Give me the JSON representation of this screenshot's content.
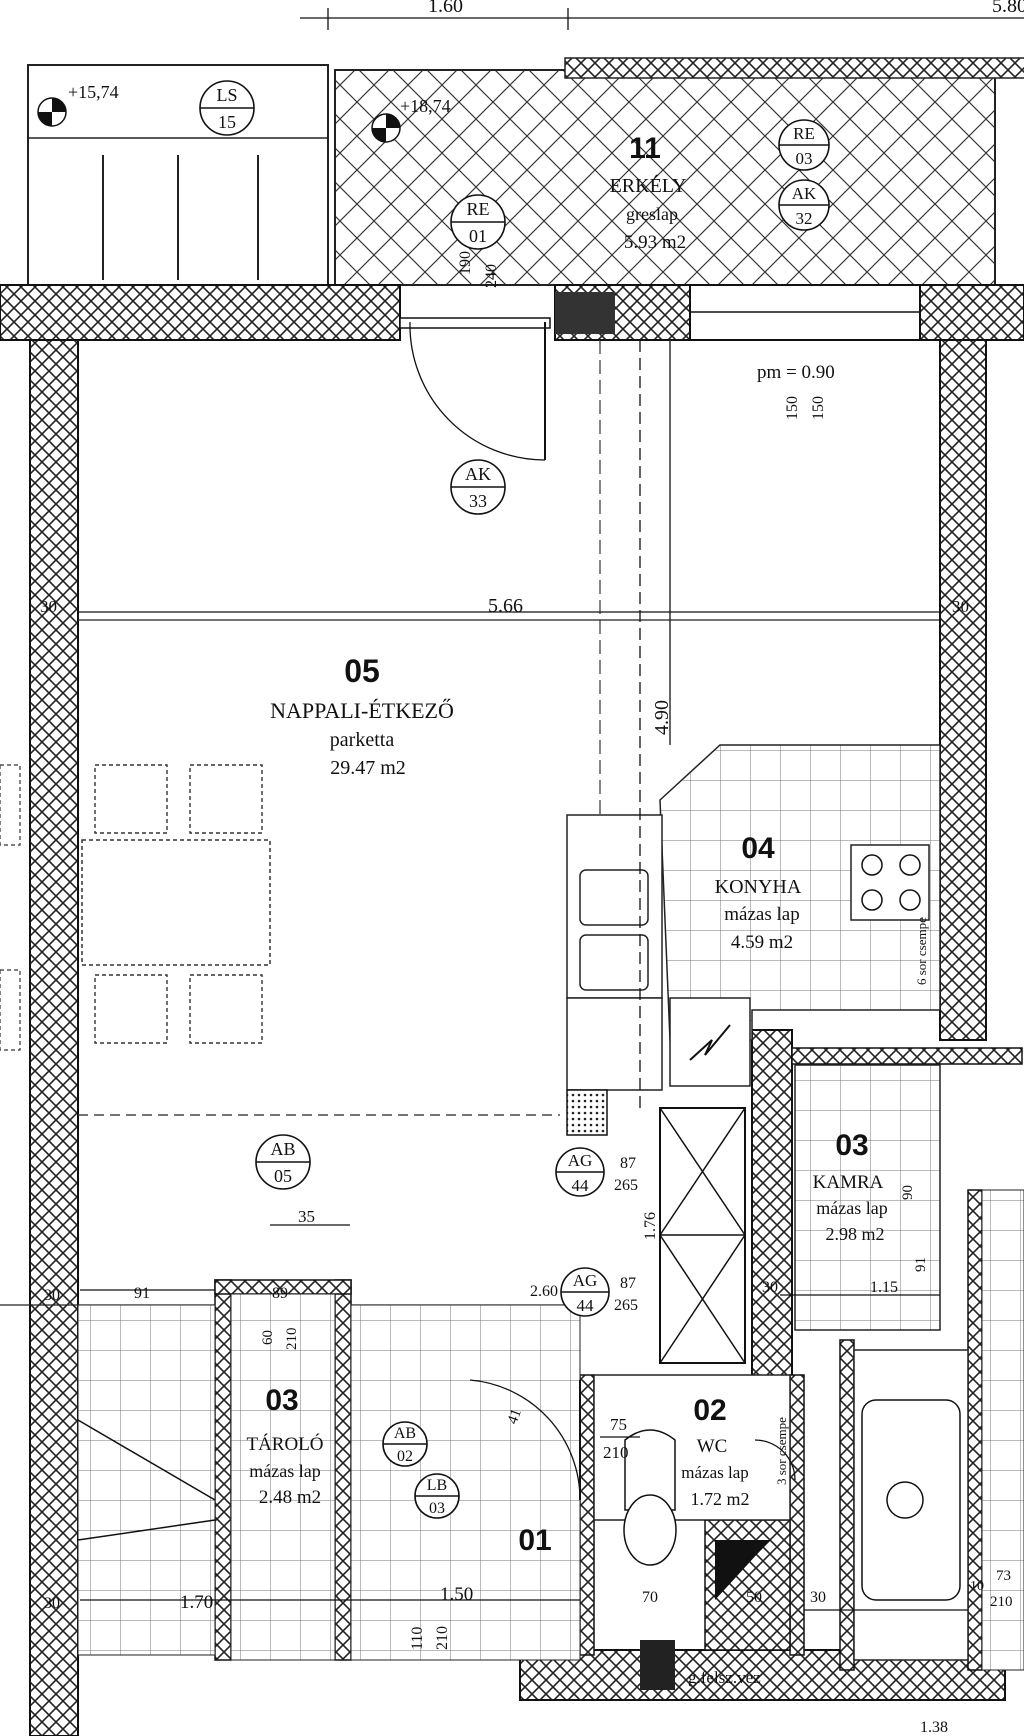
{
  "dimensions": {
    "top_width": "1.60",
    "top_right": "5.80",
    "room_width": "5.66",
    "room_depth": "4.90",
    "wall_left": "30",
    "wall_right": "30",
    "door_bottom_left": "91",
    "tarolo_width": "1.70",
    "entry_width": "1.50",
    "kamra_width": "1.15",
    "wc_w1": "70",
    "wc_w2": "50",
    "wc_w3": "30",
    "bottom_right": "1.38",
    "door_35": "35",
    "dim_260": "2.60",
    "dim_176": "1.76",
    "dim_89": "89",
    "wall_30_a": "30",
    "wall_30_b": "30",
    "wall_30_c": "30",
    "wall_30_d": "30",
    "dim_41": "41",
    "dim_73": "73",
    "dim_210_r": "210",
    "dim_10": "10"
  },
  "levels": {
    "level_1": "+15,74",
    "level_2": "+18,74",
    "pm": "pm = 0.90"
  },
  "rooms": {
    "r11": {
      "num": "11",
      "name": "ERKÉLY",
      "floor": "greslap",
      "area": "5.93 m2"
    },
    "r05": {
      "num": "05",
      "name": "NAPPALI-ÉTKEZŐ",
      "floor": "parketta",
      "area": "29.47 m2"
    },
    "r04": {
      "num": "04",
      "name": "KONYHA",
      "floor": "mázas lap",
      "area": "4.59 m2"
    },
    "r03a": {
      "num": "03",
      "name": "KAMRA",
      "floor": "mázas lap",
      "area": "2.98 m2"
    },
    "r03b": {
      "num": "03",
      "name": "TÁROLÓ",
      "floor": "mázas lap",
      "area": "2.48 m2"
    },
    "r02": {
      "num": "02",
      "name": "WC",
      "floor": "mázas lap",
      "area": "1.72 m2"
    },
    "r01": {
      "num": "01"
    }
  },
  "tags": {
    "ls15": {
      "top": "LS",
      "bottom": "15"
    },
    "re01": {
      "top": "RE",
      "bottom": "01"
    },
    "re03": {
      "top": "RE",
      "bottom": "03"
    },
    "ak32": {
      "top": "AK",
      "bottom": "32"
    },
    "ak33": {
      "top": "AK",
      "bottom": "33"
    },
    "ab05": {
      "top": "AB",
      "bottom": "05"
    },
    "ab02": {
      "top": "AB",
      "bottom": "02"
    },
    "lb03": {
      "top": "LB",
      "bottom": "03"
    },
    "ag44a": {
      "top": "AG",
      "bottom": "44"
    },
    "ag44b": {
      "top": "AG",
      "bottom": "44"
    }
  },
  "openings": {
    "re01_h": "190",
    "re01_w": "240",
    "re03_a": "150",
    "re03_b": "150",
    "ag_a_top": "87",
    "ag_a_bot": "265",
    "ag_b_top": "87",
    "ag_b_bot": "265",
    "ab05_a": "60",
    "ab05_b": "210",
    "entry_a": "110",
    "entry_b": "210",
    "wc_door_top": "75",
    "wc_door_bot": "210",
    "kamra_a": "90",
    "kamra_b": "91"
  },
  "notes": {
    "stove_note": "6 sor csempe",
    "wc_note": "3 sor csempe",
    "gas": "g.felsz.vez"
  }
}
